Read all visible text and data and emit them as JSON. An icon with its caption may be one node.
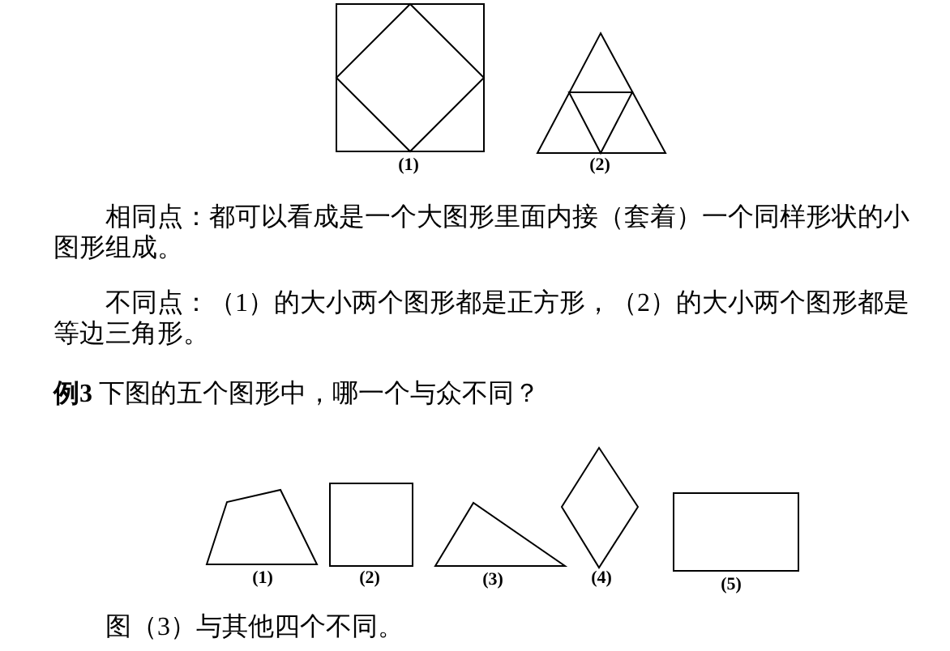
{
  "diagram": {
    "labels": [
      "(1)",
      "(2)",
      "相同点：都可以看成是一个大图形里面内接（套着）一个同样形状的小图形组成。",
      "不同点：（1）的大小两个图形都是正方形，（2）的大小两个图形都是等边三角形。",
      "**例3** 下图的五个图形中，哪一个与众不同？",
      "(1)",
      "(2)",
      "(3)",
      "(4)",
      "(5)",
      "图（3）与其他四个不同。"
    ]
  }
}
